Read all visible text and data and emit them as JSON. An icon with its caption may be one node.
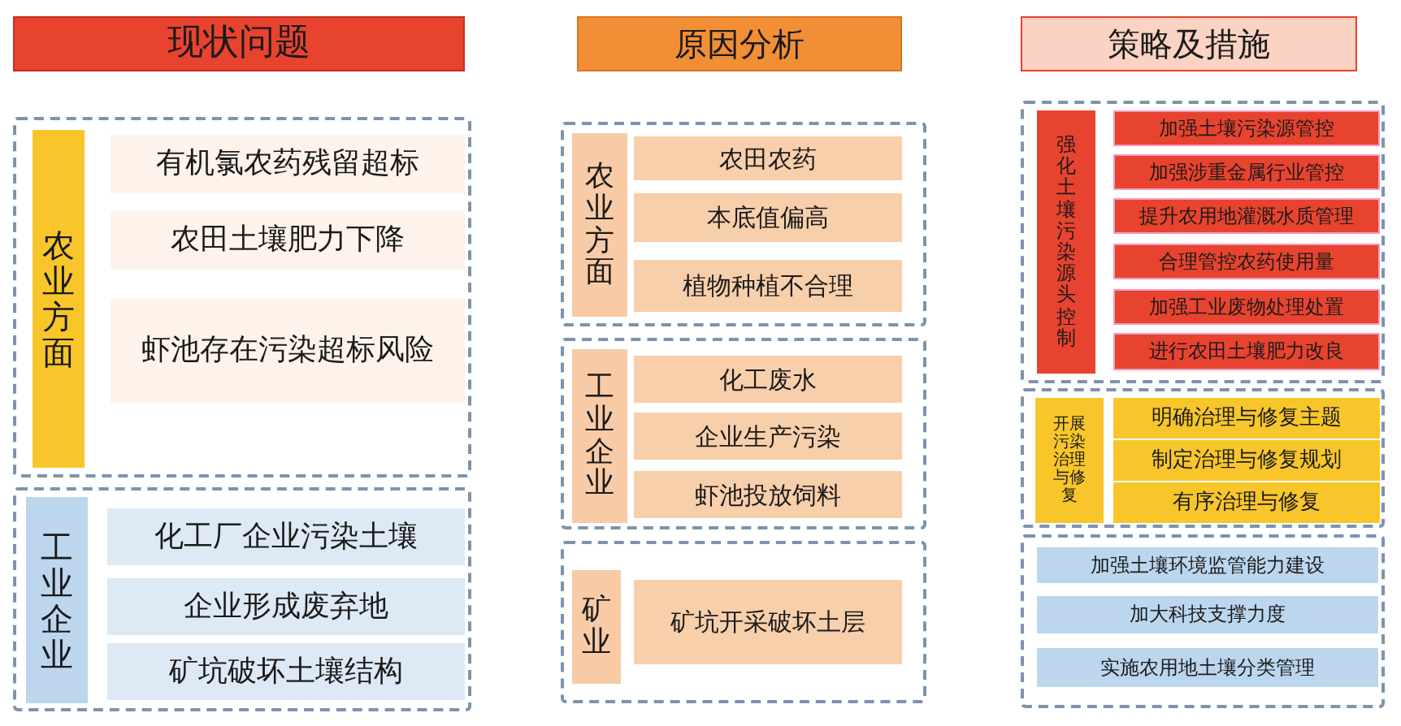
{
  "diagram": {
    "nodes": [
      {
        "text": [
          "现状问题"
        ]
      },
      {
        "text": [],
        "shape": "box"
      },
      {
        "text": [
          "农业方面"
        ],
        "in": 1
      },
      {
        "text": [
          "有机氯农药残留超标"
        ],
        "in": 1
      },
      {
        "text": [
          "农田土壤肥力下降"
        ],
        "in": 1
      },
      {
        "text": [
          "虾池存在污染超标风险"
        ],
        "in": 1
      },
      {
        "text": [],
        "shape": "box"
      },
      {
        "text": [
          "工业企业"
        ],
        "in": 6
      },
      {
        "text": [
          "化工厂企业污染土壤"
        ],
        "in": 6
      },
      {
        "text": [
          "企业形成废弃地"
        ],
        "in": 6
      },
      {
        "text": [
          "矿坑破坏土壤结构"
        ],
        "in": 6
      },
      {
        "text": [
          "原因分析"
        ]
      },
      {
        "text": [],
        "shape": "box"
      },
      {
        "text": [
          "农业方面"
        ],
        "in": 12
      },
      {
        "text": [
          "农田农药"
        ],
        "in": 12
      },
      {
        "text": [
          "本底值偏高"
        ],
        "in": 12
      },
      {
        "text": [
          "植物种植不合理"
        ],
        "in": 12
      },
      {
        "text": [],
        "shape": "box"
      },
      {
        "text": [
          "工业企业"
        ],
        "in": 17
      },
      {
        "text": [
          "化工废水"
        ],
        "in": 17
      },
      {
        "text": [
          "企业生产污染"
        ],
        "in": 17
      },
      {
        "text": [
          "虾池投放饲料"
        ],
        "in": 17
      },
      {
        "text": [],
        "shape": "box"
      },
      {
        "text": [
          "矿业"
        ],
        "in": 22
      },
      {
        "text": [
          "矿坑开采破坏土层"
        ],
        "in": 22
      },
      {
        "text": [
          "策略及措施"
        ]
      },
      {
        "text": [],
        "shape": "box"
      },
      {
        "text": [
          "强化土壤污染源头控制"
        ],
        "in": 26
      },
      {
        "text": [
          "加强土壤污染源管控"
        ],
        "in": 26
      },
      {
        "text": [
          "加强涉重金属行业管控"
        ],
        "in": 26
      },
      {
        "text": [
          "提升农用地灌溉水质管理"
        ],
        "in": 26
      },
      {
        "text": [
          "合理管控农药使用量"
        ],
        "in": 26
      },
      {
        "text": [
          "加强工业废物处理处置"
        ],
        "in": 26
      },
      {
        "text": [
          "进行农田土壤肥力改良"
        ],
        "in": 26
      },
      {
        "text": [],
        "shape": "box"
      },
      {
        "text": [
          "开展污染治理与修复"
        ],
        "in": 34
      },
      {
        "text": [
          "明确治理与修复主题"
        ],
        "in": 34
      },
      {
        "text": [
          "制定治理与修复规划"
        ],
        "in": 34
      },
      {
        "text": [
          "有序治理与修复"
        ],
        "in": 34
      },
      {
        "text": [],
        "shape": "box"
      },
      {
        "text": [
          "加强土壤环境监管能力建设"
        ],
        "in": 39
      },
      {
        "text": [
          "加大科技支撑力度"
        ],
        "in": 39
      },
      {
        "text": [
          "实施农用地土壤分类管理"
        ],
        "in": 39
      }
    ]
  }
}
